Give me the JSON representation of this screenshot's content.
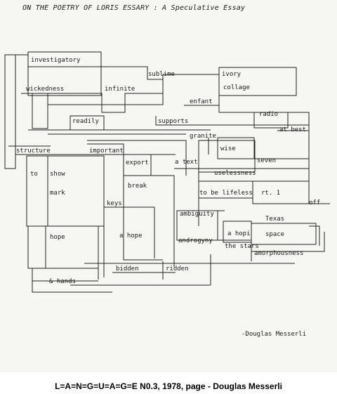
{
  "title": "ON THE POETRY OF LORIS ESSARY : A Speculative Essay",
  "words": [
    "investigatory",
    "sublime",
    "ivory",
    "collage",
    "wickedness",
    "infinite",
    "enfant",
    "radio",
    "readily",
    "supports",
    "at best",
    "granite",
    "wise",
    "structure",
    "important",
    "seven",
    "export",
    "a text",
    "uselessness",
    "to",
    "show",
    "break",
    "to be lifeless",
    "rt. 1",
    "mark",
    "keys",
    "off",
    "ambiguity",
    "Texas",
    "a hopi",
    "space",
    "hope",
    "a hope",
    "androgyny",
    "the stars",
    "amorphousness",
    "bidden",
    "ridden",
    "& hands"
  ],
  "signature": "-Douglas Messerli",
  "caption": "L=A=N=G=U=A=G=E N0.3, 1978, page - Douglas Messerli"
}
